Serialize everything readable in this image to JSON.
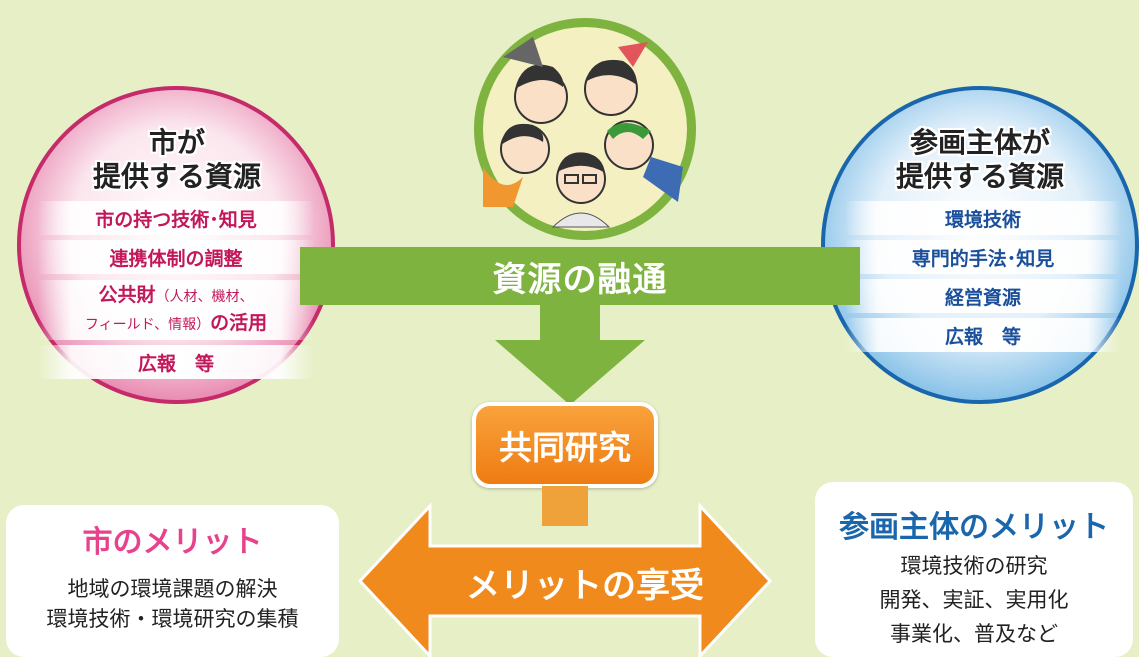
{
  "city": {
    "title_line1": "市が",
    "title_line2": "提供する資源",
    "items": [
      "市の持つ技術･知見",
      "連携体制の調整",
      "公共財",
      "（人材、機材、",
      "フィールド、情報）",
      "の活用",
      "広報　等"
    ]
  },
  "participant": {
    "title_line1": "参画主体が",
    "title_line2": "提供する資源",
    "items": [
      "環境技術",
      "専門的手法･知見",
      "経営資源",
      "広報　等"
    ]
  },
  "flow": {
    "band_label": "資源の融通",
    "joint_label": "共同研究",
    "benefit_label": "メリットの享受"
  },
  "city_merit": {
    "title": "市のメリット",
    "lines": [
      "地域の環境課題の解決",
      "環境技術・環境研究の集積"
    ]
  },
  "participant_merit": {
    "title": "参画主体のメリット",
    "lines": [
      "環境技術の研究",
      "開発、実証、実用化",
      "事業化、普及など"
    ]
  },
  "colors": {
    "green": "#7db33e",
    "pink": "#c52a6a",
    "blue": "#1a66ad",
    "orange": "#f08a1c",
    "background": "#e6efc6"
  }
}
